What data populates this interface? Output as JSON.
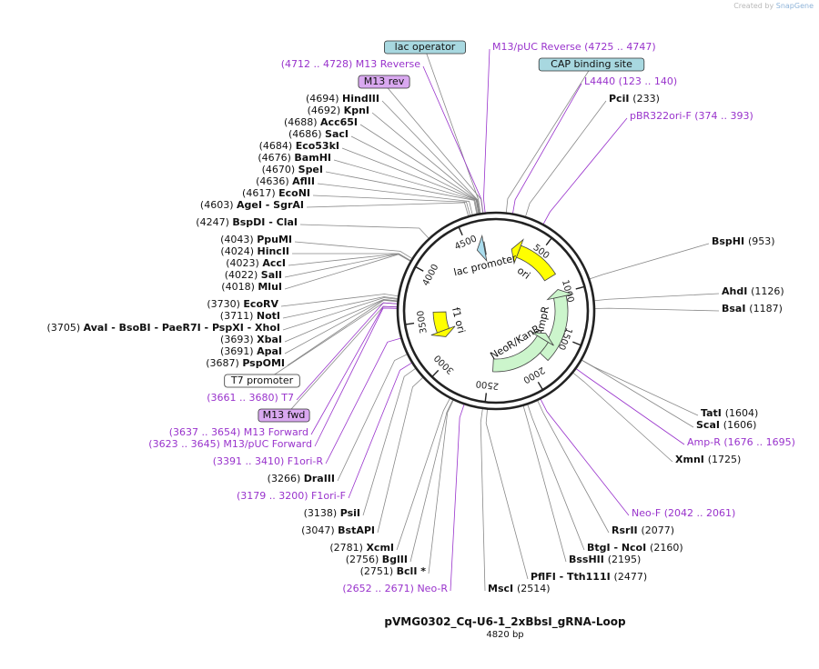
{
  "watermark": {
    "prefix": "Created by",
    "brand": "SnapGene"
  },
  "plasmid": {
    "name": "pVMG0302_Cq-U6-1_2xBbsI_gRNA-Loop",
    "length_label": "4820 bp",
    "length": 4820
  },
  "ticks": [
    {
      "pos": 500,
      "label": "500"
    },
    {
      "pos": 1000,
      "label": "1000"
    },
    {
      "pos": 1500,
      "label": "1500"
    },
    {
      "pos": 2000,
      "label": "2000"
    },
    {
      "pos": 2500,
      "label": "2500"
    },
    {
      "pos": 3000,
      "label": "3000"
    },
    {
      "pos": 3500,
      "label": "3500"
    },
    {
      "pos": 4000,
      "label": "4000"
    },
    {
      "pos": 4500,
      "label": "4500"
    }
  ],
  "features": [
    {
      "name": "ori",
      "start": 190,
      "end": 780,
      "dir": "rev",
      "color": "#ffff00",
      "label": "ori"
    },
    {
      "name": "AmpR",
      "start": 950,
      "end": 1790,
      "dir": "rev",
      "color": "#ccf5cc",
      "label": "AmpR"
    },
    {
      "name": "NeoR/KanR",
      "start": 1530,
      "end": 2450,
      "dir": "rev",
      "color": "#ccf5cc",
      "label": "NeoR/KanR"
    },
    {
      "name": "f1 ori",
      "start": 3250,
      "end": 3600,
      "dir": "rev",
      "color": "#ffff00",
      "label": "f1 ori"
    },
    {
      "name": "lac promoter",
      "start": 4590,
      "end": 4690,
      "dir": "rev",
      "color": "#aaddee",
      "label": "lac promoter"
    }
  ],
  "labels": [
    {
      "id": "lac-operator",
      "text": "lac operator",
      "pos": 4700,
      "side": "left",
      "color": "#111111",
      "boxed": true,
      "box": "#a8d8e0"
    },
    {
      "id": "m13-puc-reverse",
      "text": "M13/pUC Reverse     (4725 .. 4747)",
      "pos": 4736,
      "side": "right",
      "color": "#9933cc"
    },
    {
      "id": "m13-reverse",
      "text": "(4712 .. 4728)  M13 Reverse",
      "pos": 4720,
      "side": "left",
      "color": "#9933cc"
    },
    {
      "id": "cap-binding-site",
      "text": "CAP binding site",
      "pos": 80,
      "side": "right",
      "color": "#111111",
      "boxed": true,
      "box": "#a8d8e0"
    },
    {
      "id": "m13-rev",
      "text": "M13 rev",
      "pos": 4718,
      "side": "left",
      "color": "#111111",
      "boxed": true,
      "box": "#d9a8f0"
    },
    {
      "id": "l4440",
      "text": "L4440     (123 .. 140)",
      "pos": 131,
      "side": "right",
      "color": "#9933cc"
    },
    {
      "id": "hindiii",
      "name": "HindIII",
      "num": "(4694)",
      "pos": 4694,
      "side": "left"
    },
    {
      "id": "pcii",
      "name": "PciI",
      "num": "(233)",
      "pos": 233,
      "side": "right"
    },
    {
      "id": "kpni",
      "name": "KpnI",
      "num": "(4692)",
      "pos": 4692,
      "side": "left"
    },
    {
      "id": "pbr322ori-f",
      "text": "pBR322ori-F     (374 .. 393)",
      "pos": 383,
      "side": "right",
      "color": "#9933cc"
    },
    {
      "id": "acc65i",
      "name": "Acc65I",
      "num": "(4688)",
      "pos": 4688,
      "side": "left"
    },
    {
      "id": "saci",
      "name": "SacI",
      "num": "(4686)",
      "pos": 4686,
      "side": "left"
    },
    {
      "id": "eco53ki",
      "name": "Eco53kI",
      "num": "(4684)",
      "pos": 4684,
      "side": "left"
    },
    {
      "id": "bamhi",
      "name": "BamHI",
      "num": "(4676)",
      "pos": 4676,
      "side": "left"
    },
    {
      "id": "spei",
      "name": "SpeI",
      "num": "(4670)",
      "pos": 4670,
      "side": "left"
    },
    {
      "id": "aflii",
      "name": "AflII",
      "num": "(4636)",
      "pos": 4636,
      "side": "left"
    },
    {
      "id": "econi",
      "name": "EcoNI",
      "num": "(4617)",
      "pos": 4617,
      "side": "left"
    },
    {
      "id": "agei",
      "name": "AgeI   - SgrAI",
      "num": "(4603)",
      "pos": 4603,
      "side": "left"
    },
    {
      "id": "bspdi",
      "name": "BspDI   - ClaI",
      "num": "(4247)",
      "pos": 4247,
      "side": "left"
    },
    {
      "id": "bsphi",
      "name": "BspHI",
      "num": "(953)",
      "pos": 953,
      "side": "right"
    },
    {
      "id": "ppumi",
      "name": "PpuMI",
      "num": "(4043)",
      "pos": 4043,
      "side": "left"
    },
    {
      "id": "hincii",
      "name": "HincII",
      "num": "(4024)",
      "pos": 4024,
      "side": "left"
    },
    {
      "id": "acci",
      "name": "AccI",
      "num": "(4023)",
      "pos": 4023,
      "side": "left"
    },
    {
      "id": "sali",
      "name": "SalI",
      "num": "(4022)",
      "pos": 4022,
      "side": "left"
    },
    {
      "id": "mlui",
      "name": "MluI",
      "num": "(4018)",
      "pos": 4018,
      "side": "left"
    },
    {
      "id": "ahdi",
      "name": "AhdI",
      "num": "(1126)",
      "pos": 1126,
      "side": "right"
    },
    {
      "id": "bsai",
      "name": "BsaI",
      "num": "(1187)",
      "pos": 1187,
      "side": "right"
    },
    {
      "id": "ecorv",
      "name": "EcoRV",
      "num": "(3730)",
      "pos": 3730,
      "side": "left"
    },
    {
      "id": "noti",
      "name": "NotI",
      "num": "(3711)",
      "pos": 3711,
      "side": "left"
    },
    {
      "id": "avai",
      "name": "AvaI   - BsoBI   - PaeR7I   - PspXI   - XhoI",
      "num": "(3705)",
      "pos": 3705,
      "side": "left"
    },
    {
      "id": "xbai",
      "name": "XbaI",
      "num": "(3693)",
      "pos": 3693,
      "side": "left"
    },
    {
      "id": "apai",
      "name": "ApaI",
      "num": "(3691)",
      "pos": 3691,
      "side": "left"
    },
    {
      "id": "pspomi",
      "name": "PspOMI",
      "num": "(3687)",
      "pos": 3687,
      "side": "left"
    },
    {
      "id": "t7-promoter",
      "text": "T7 promoter",
      "pos": 3670,
      "side": "left",
      "color": "#111111",
      "boxed": true,
      "box": "#ffffff"
    },
    {
      "id": "t7",
      "text": "(3661 .. 3680)  T7",
      "pos": 3670,
      "side": "left",
      "color": "#9933cc"
    },
    {
      "id": "m13-fwd",
      "text": "M13 fwd",
      "pos": 3645,
      "side": "left",
      "color": "#111111",
      "boxed": true,
      "box": "#d9a8f0"
    },
    {
      "id": "tati",
      "name": "TatI",
      "num": "(1604)",
      "pos": 1604,
      "side": "right"
    },
    {
      "id": "scai",
      "name": "ScaI",
      "num": "(1606)",
      "pos": 1606,
      "side": "right"
    },
    {
      "id": "m13-forward",
      "text": "(3637 .. 3654)  M13 Forward",
      "pos": 3645,
      "side": "left",
      "color": "#9933cc"
    },
    {
      "id": "amp-r",
      "text": "Amp-R     (1676 .. 1695)",
      "pos": 1685,
      "side": "right",
      "color": "#9933cc"
    },
    {
      "id": "m13-puc-forward",
      "text": "(3623 .. 3645)  M13/pUC Forward",
      "pos": 3634,
      "side": "left",
      "color": "#9933cc"
    },
    {
      "id": "xmni",
      "name": "XmnI",
      "num": "(1725)",
      "pos": 1725,
      "side": "right"
    },
    {
      "id": "f1ori-r",
      "text": "(3391 .. 3410)  F1ori-R",
      "pos": 3400,
      "side": "left",
      "color": "#9933cc"
    },
    {
      "id": "draiii",
      "name": "DraIII",
      "num": "(3266)",
      "pos": 3266,
      "side": "left"
    },
    {
      "id": "f1ori-f",
      "text": "(3179 .. 3200)  F1ori-F",
      "pos": 3190,
      "side": "left",
      "color": "#9933cc"
    },
    {
      "id": "neo-f",
      "text": "Neo-F     (2042 .. 2061)",
      "pos": 2051,
      "side": "right",
      "color": "#9933cc"
    },
    {
      "id": "psii",
      "name": "PsiI",
      "num": "(3138)",
      "pos": 3138,
      "side": "left"
    },
    {
      "id": "bstapi",
      "name": "BstAPI",
      "num": "(3047)",
      "pos": 3047,
      "side": "left"
    },
    {
      "id": "rsrii",
      "name": "RsrII",
      "num": "(2077)",
      "pos": 2077,
      "side": "right"
    },
    {
      "id": "btgi",
      "name": "BtgI   - NcoI",
      "num": "(2160)",
      "pos": 2160,
      "side": "right"
    },
    {
      "id": "xcmi",
      "name": "XcmI",
      "num": "(2781)",
      "pos": 2781,
      "side": "left"
    },
    {
      "id": "bglii",
      "name": "BglII",
      "num": "(2756)",
      "pos": 2756,
      "side": "left"
    },
    {
      "id": "bsshii",
      "name": "BssHII",
      "num": "(2195)",
      "pos": 2195,
      "side": "right"
    },
    {
      "id": "bcli",
      "name": "BclI *",
      "num": "(2751)",
      "pos": 2751,
      "side": "left"
    },
    {
      "id": "pflfi",
      "name": "PflFI   - Tth111I",
      "num": "(2477)",
      "pos": 2477,
      "side": "right"
    },
    {
      "id": "neo-r",
      "text": "(2652 .. 2671)  Neo-R",
      "pos": 2661,
      "side": "left",
      "color": "#9933cc"
    },
    {
      "id": "msci",
      "name": "MscI",
      "num": "(2514)",
      "pos": 2514,
      "side": "right"
    }
  ]
}
